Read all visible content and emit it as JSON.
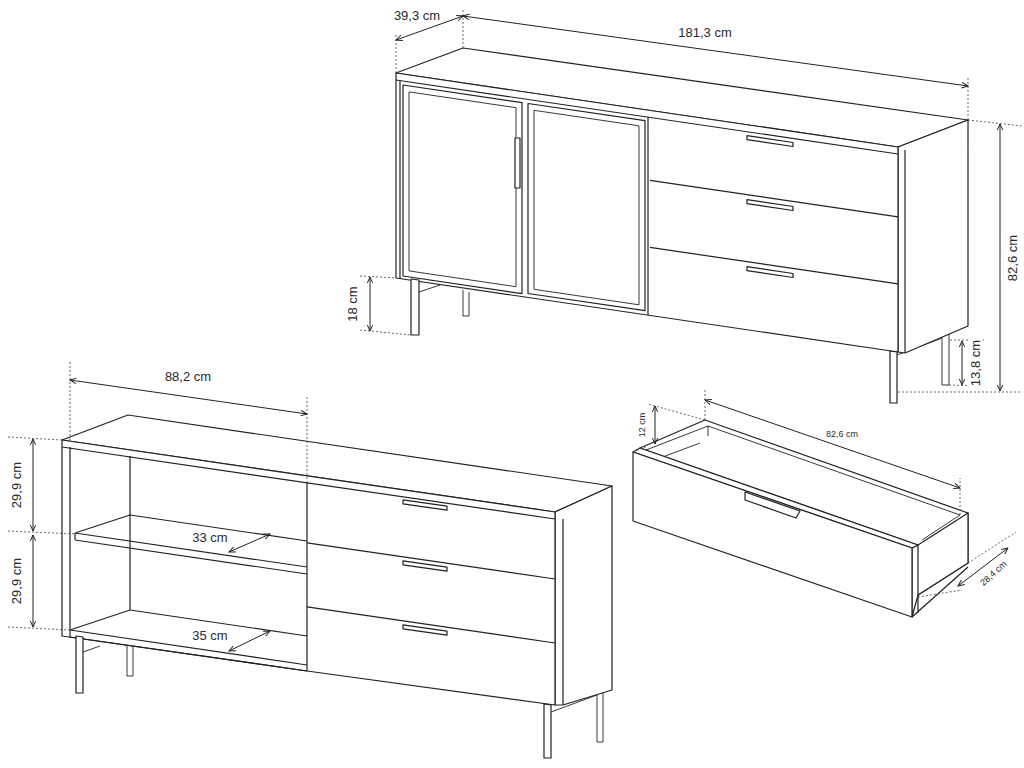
{
  "diagram": {
    "labels": [
      "39,3 cm",
      "181,3 cm",
      "82,6 cm",
      "18 cm",
      "13,8 cm",
      "88,2 cm",
      "29,9 cm",
      "29,9 cm",
      "33 cm",
      "35 cm",
      "12 cm",
      "82,6 cm",
      "28,4 cm"
    ]
  }
}
